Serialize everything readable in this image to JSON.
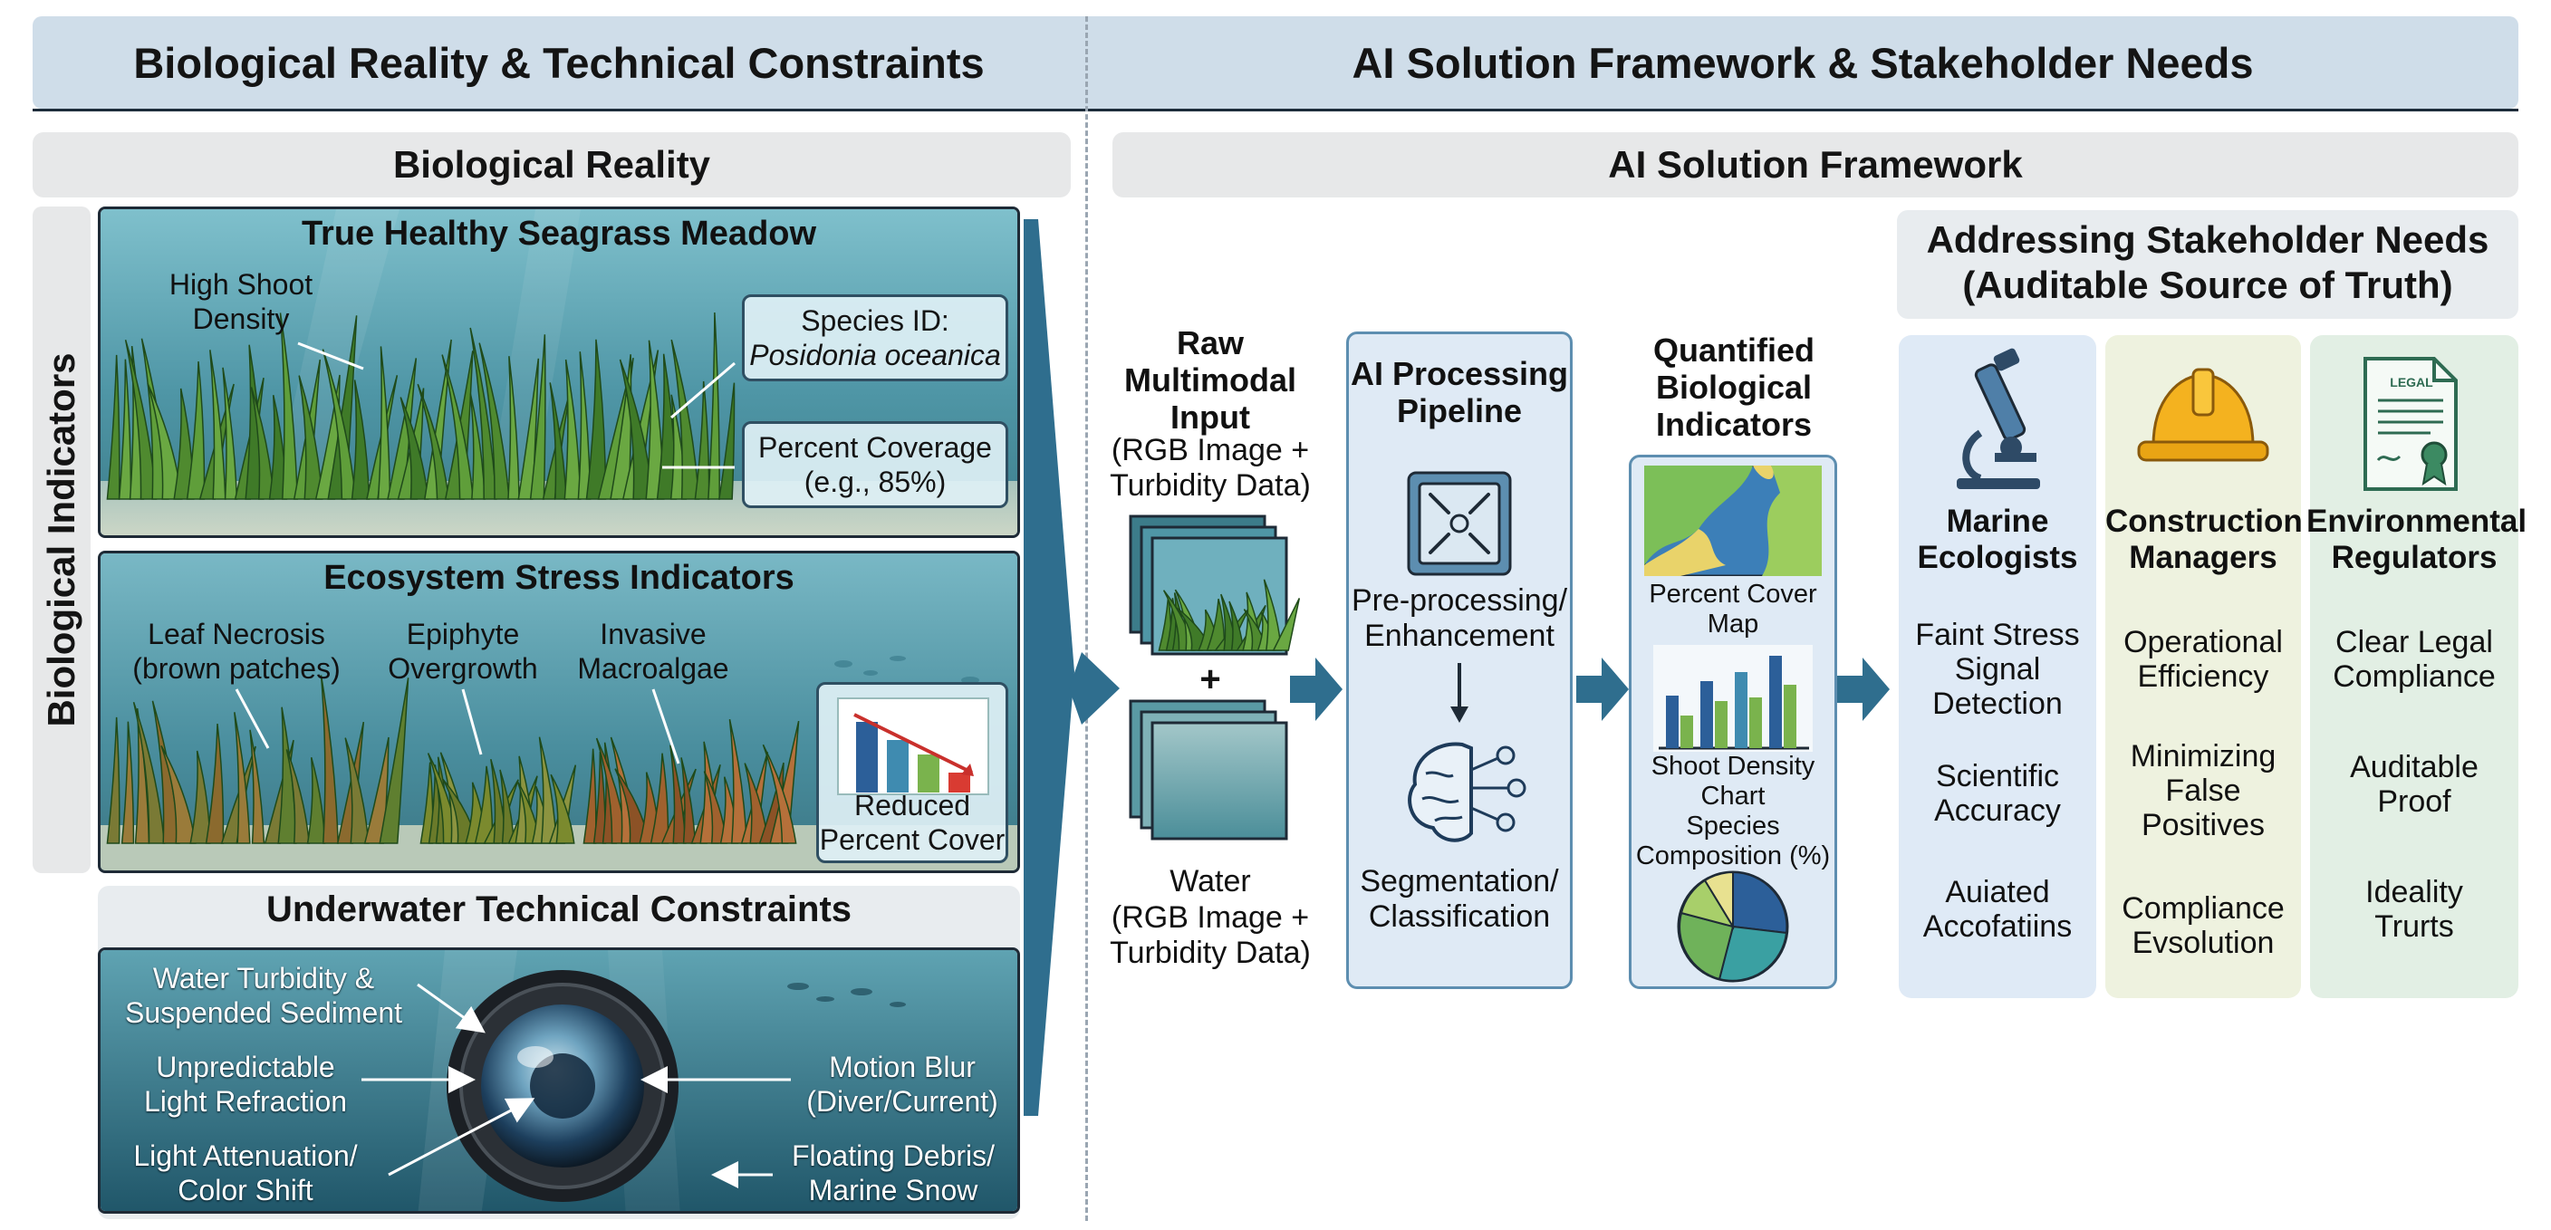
{
  "header": {
    "left_title": "Biological Reality & Technical Constraints",
    "right_title": "AI Solution Framework & Stakeholder Needs"
  },
  "left": {
    "section_title": "Biological Reality",
    "side_label": "Biological Indicators",
    "healthy": {
      "title": "True Healthy Seagrass Meadow",
      "shoot_density": [
        "High Shoot",
        "Density"
      ],
      "species_label": "Species ID:",
      "species_name": "Posidonia oceanica",
      "coverage_line1": "Percent Coverage",
      "coverage_line2": "(e.g., 85%)"
    },
    "stress": {
      "title": "Ecosystem Stress Indicators",
      "necrosis": [
        "Leaf Necrosis",
        "(brown patches)"
      ],
      "epiphyte": [
        "Epiphyte",
        "Overgrowth"
      ],
      "invasive": [
        "Invasive",
        "Macroalgae"
      ],
      "reduced": [
        "Reduced",
        "Percent Cover"
      ]
    },
    "constraints": {
      "title": "Underwater Technical Constraints",
      "turbidity": [
        "Water Turbidity &",
        "Suspended Sediment"
      ],
      "refraction": [
        "Unpredictable",
        "Light Refraction"
      ],
      "attenuation": [
        "Light Attenuation/",
        "Color Shift"
      ],
      "motion": [
        "Motion Blur",
        "(Diver/Current)"
      ],
      "debris": [
        "Floating Debris/",
        "Marine Snow"
      ]
    }
  },
  "right": {
    "section_title": "AI Solution Framework",
    "input": {
      "title": [
        "Raw",
        "Multimodal",
        "Input"
      ],
      "subtitle": [
        "(RGB Image +",
        "Turbidity Data)"
      ],
      "plus": "+",
      "water_label": "Water",
      "water_sub": [
        "(RGB Image +",
        "Turbidity Data)"
      ]
    },
    "pipeline": {
      "title": [
        "AI Processing",
        "Pipeline"
      ],
      "step1": [
        "Pre-processing/",
        "Enhancement"
      ],
      "step2": [
        "Segmentation/",
        "Classification"
      ]
    },
    "indicators": {
      "title": [
        "Quantified",
        "Biological",
        "Indicators"
      ],
      "map_label": [
        "Percent Cover",
        "Map"
      ],
      "chart_label": [
        "Shoot Density",
        "Chart"
      ],
      "species_label": [
        "Species",
        "Composition (%)"
      ]
    },
    "stakeholders": {
      "title": [
        "Addressing Stakeholder Needs",
        "(Auditable Source of Truth)"
      ],
      "groups": [
        {
          "name": [
            "Marine",
            "Ecologists"
          ],
          "color": "#dfeaf6",
          "items": [
            [
              "Faint Stress",
              "Signal",
              "Detection"
            ],
            [
              "Scientific",
              "Accuracy"
            ],
            [
              "Auiated",
              "Accofatiins"
            ]
          ]
        },
        {
          "name": [
            "Construction",
            "Managers"
          ],
          "color": "#eef2df",
          "items": [
            [
              "Operational",
              "Efficiency"
            ],
            [
              "Minimizing",
              "False",
              "Positives"
            ],
            [
              "Compliance",
              "Evsolution"
            ]
          ]
        },
        {
          "name": [
            "Environmental",
            "Regulators"
          ],
          "color": "#e2efe4",
          "items": [
            [
              "Clear Legal",
              "Compliance"
            ],
            [
              "Auditable",
              "Proof"
            ],
            [
              "Ideality",
              "Trurts"
            ]
          ]
        }
      ],
      "legal_tag": "LEGAL"
    }
  },
  "colors": {
    "arrow": "#2f6e8e",
    "water_dark": "#1f5568",
    "water_light": "#7fb8c4",
    "seagrass": "#4f8a2f"
  }
}
